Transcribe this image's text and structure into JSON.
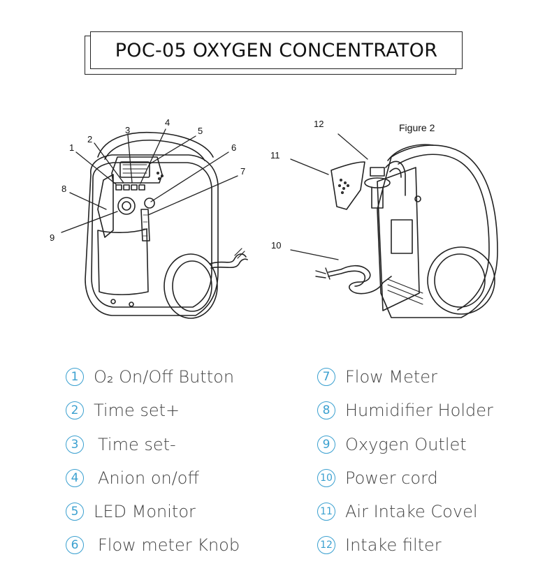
{
  "title": "POC-05 OXYGEN CONCENTRATOR",
  "figure_label": "Figure 2",
  "callouts": [
    "1",
    "2",
    "3",
    "4",
    "5",
    "6",
    "7",
    "8",
    "9",
    "10",
    "11",
    "12"
  ],
  "legend_left": [
    {
      "num": "1",
      "label": "O₂ On/Off Button"
    },
    {
      "num": "2",
      "label": "Time set+"
    },
    {
      "num": "3",
      "label": "Time set-"
    },
    {
      "num": "4",
      "label": "Anion on/off"
    },
    {
      "num": "5",
      "label": "LED Monitor"
    },
    {
      "num": "6",
      "label": "Flow meter Knob"
    }
  ],
  "legend_right": [
    {
      "num": "7",
      "label": "Flow Meter"
    },
    {
      "num": "8",
      "label": "Humidifier Holder"
    },
    {
      "num": "9",
      "label": "Oxygen Outlet"
    },
    {
      "num": "10",
      "label": "Power cord"
    },
    {
      "num": "11",
      "label": "Air Intake Covel"
    },
    {
      "num": "12",
      "label": "Intake filter"
    }
  ],
  "colors": {
    "accent": "#3aa0d0",
    "ink": "#222222",
    "text": "#444444"
  }
}
